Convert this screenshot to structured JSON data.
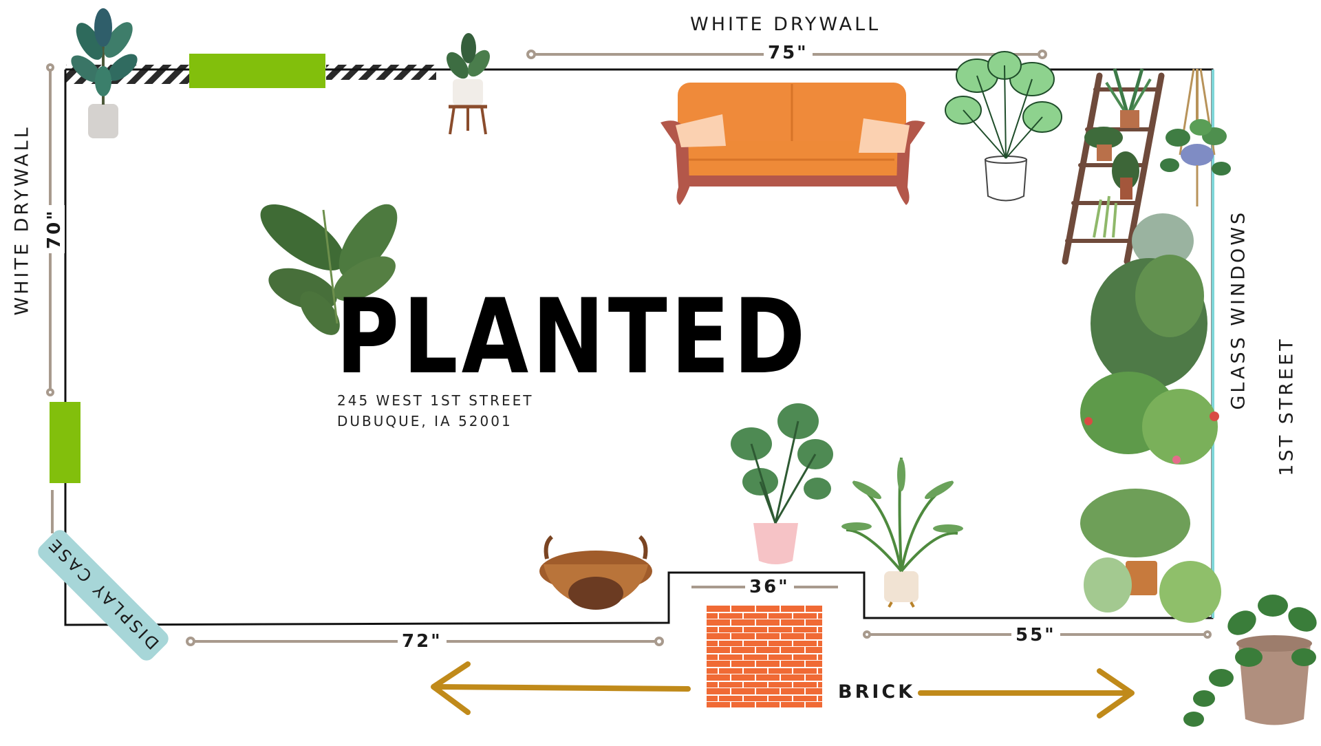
{
  "title": "PLANTED",
  "address": {
    "line1": "245 WEST 1ST STREET",
    "line2": "DUBUQUE, IA 52001"
  },
  "walls": {
    "top": "WHITE DRYWALL",
    "left": "WHITE DRYWALL",
    "right": "GLASS WINDOWS",
    "bottom": "BRICK",
    "street": "1ST STREET",
    "display_case": "DISPLAY CASE"
  },
  "dimensions": {
    "top": "75\"",
    "left": "70\"",
    "bottom_left": "72\"",
    "bottom_middle": "36\"",
    "bottom_right": "55\""
  },
  "colors": {
    "wall_line": "#111111",
    "dim_line": "#a89a8d",
    "door_green": "#82bf0c",
    "window_cyan": "#7fd6d8",
    "display_case": "#a7d6d8",
    "arrow": "#c08a1a",
    "brick": "#e8622f",
    "sofa": "#ef8a3a"
  },
  "icons": [
    "fiddle-leaf-plant-icon",
    "potted-plant-icon",
    "sofa-icon",
    "monstera-icon",
    "plant-ladder-icon",
    "hanging-plant-icon",
    "palm-plant-icon",
    "basket-icon",
    "brick-wall-icon",
    "pothos-icon",
    "plant-wall-icon",
    "leaf-icon"
  ]
}
